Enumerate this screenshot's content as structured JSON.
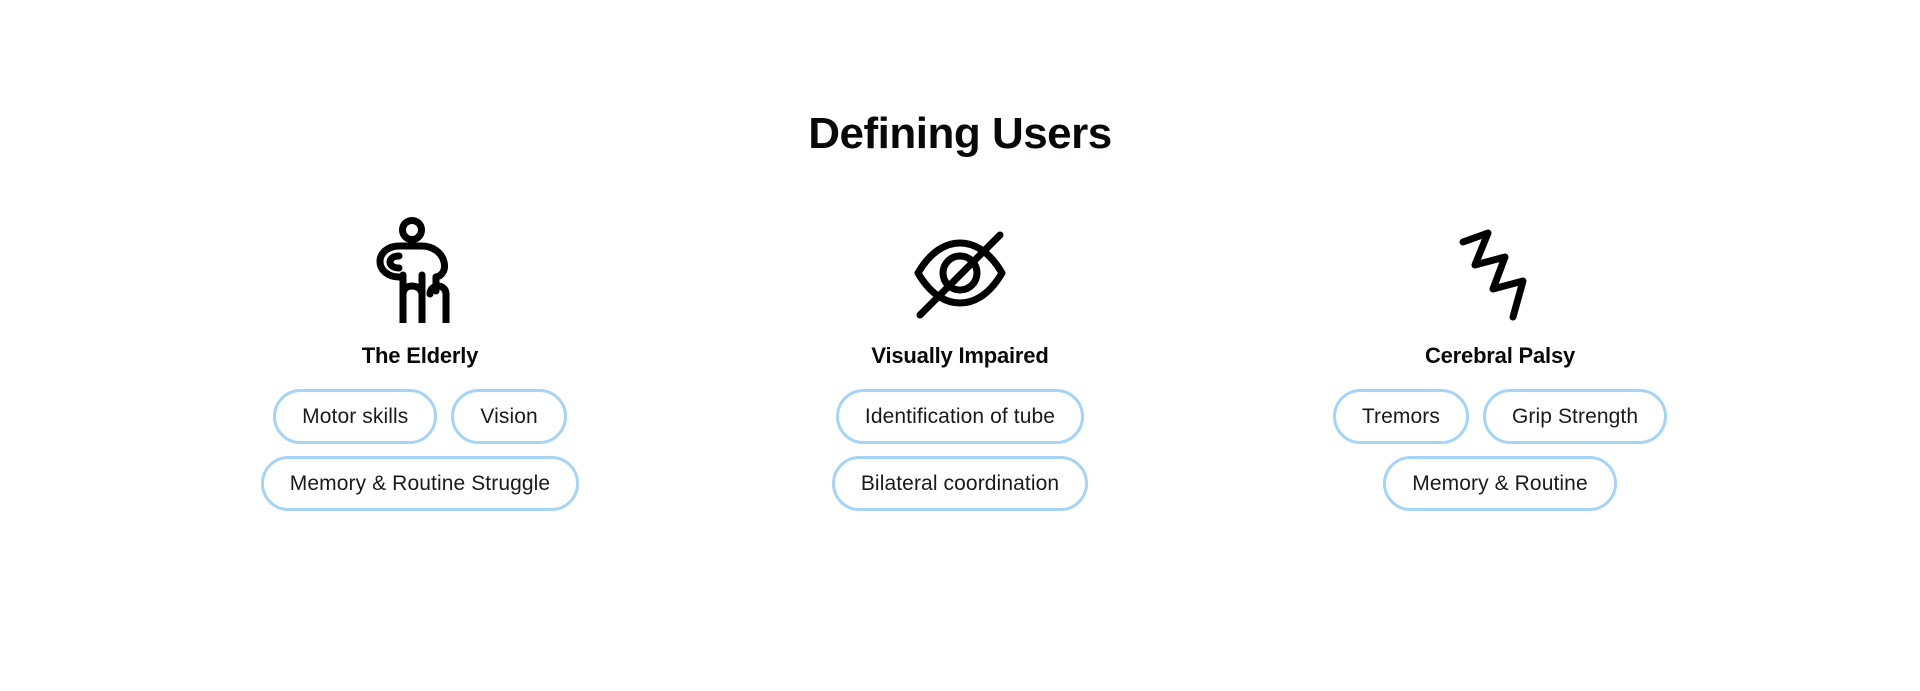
{
  "page": {
    "title": "Defining Users",
    "background_color": "#ffffff",
    "pill_border_color": "#a5d4f7",
    "text_color": "#08090a"
  },
  "columns": [
    {
      "icon": "elderly-person-with-cane-icon",
      "heading": "The Elderly",
      "rows": [
        [
          "Motor skills",
          "Vision"
        ],
        [
          "Memory & Routine Struggle"
        ]
      ]
    },
    {
      "icon": "eye-off-icon",
      "heading": "Visually Impaired",
      "rows": [
        [
          "Identification of tube"
        ],
        [
          "Bilateral coordination"
        ]
      ]
    },
    {
      "icon": "tremor-zigzag-icon",
      "heading": "Cerebral Palsy",
      "rows": [
        [
          "Tremors",
          "Grip Strength"
        ],
        [
          "Memory & Routine"
        ]
      ]
    }
  ]
}
